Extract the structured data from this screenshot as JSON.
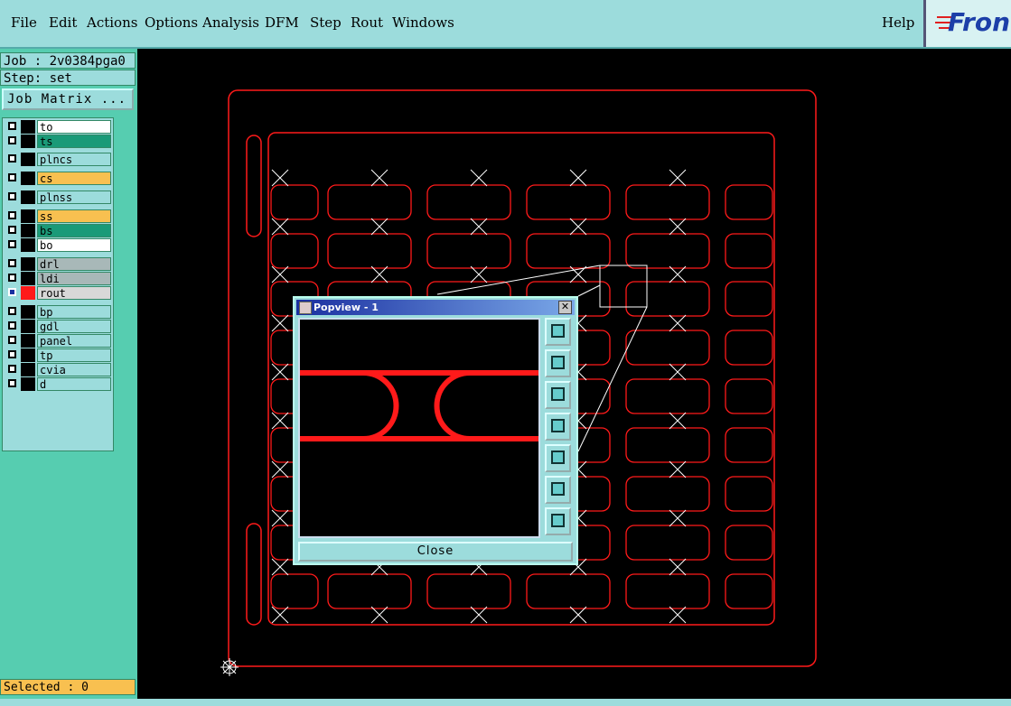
{
  "menu": {
    "items": [
      "File",
      "Edit",
      "Actions",
      "Options",
      "Analysis",
      "DFM",
      "Step",
      "Rout",
      "Windows"
    ],
    "help": "Help",
    "logo": "Fron"
  },
  "sidebar": {
    "job": "Job : 2v0384pga0",
    "step": "Step: set",
    "job_matrix": "Job Matrix ...",
    "layers": [
      {
        "name": "to",
        "color": "#ffffff"
      },
      {
        "name": "ts",
        "color": "#1a9a78"
      },
      {
        "name": "plncs",
        "color": "#9cdcdc"
      },
      {
        "name": "cs",
        "color": "#f8c050"
      },
      {
        "name": "plnss",
        "color": "#9cdcdc"
      },
      {
        "name": "ss",
        "color": "#f8c050"
      },
      {
        "name": "bs",
        "color": "#1a9a78"
      },
      {
        "name": "bo",
        "color": "#ffffff"
      },
      {
        "name": "drl",
        "color": "#a8b8b8"
      },
      {
        "name": "ldi",
        "color": "#a8b8b8"
      },
      {
        "name": "rout",
        "color": "#d8d8d8",
        "active": true
      },
      {
        "name": "bp",
        "color": "#9cdcdc"
      },
      {
        "name": "gdl",
        "color": "#9cdcdc"
      },
      {
        "name": "panel",
        "color": "#9cdcdc"
      },
      {
        "name": "tp",
        "color": "#9cdcdc"
      },
      {
        "name": "cvia",
        "color": "#9cdcdc"
      },
      {
        "name": "d",
        "color": "#9cdcdc"
      }
    ],
    "selected": "Selected : 0"
  },
  "popview": {
    "title": "Popview - 1",
    "close_label": "Close",
    "tools": [
      "zoom-window-icon",
      "pan-up-icon",
      "pan-down-icon",
      "pan-left-icon",
      "pan-right-icon",
      "zoom-fit-icon",
      "zoom-center-icon"
    ]
  },
  "colors": {
    "rout": "#ff1a1a",
    "menubar": "#9cdcdc",
    "sidebar": "#56cdb0",
    "marker": "#ffffff"
  }
}
